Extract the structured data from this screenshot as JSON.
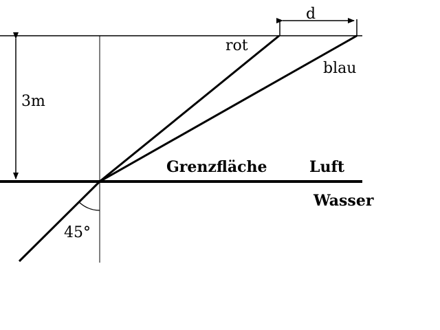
{
  "labels": {
    "d": "d",
    "rot": "rot",
    "blau": "blau",
    "height": "3m",
    "interface": "Grenzfläche",
    "air": "Luft",
    "water": "Wasser",
    "angle": "45°"
  },
  "colors": {
    "line": "#000000",
    "background": "#ffffff"
  }
}
